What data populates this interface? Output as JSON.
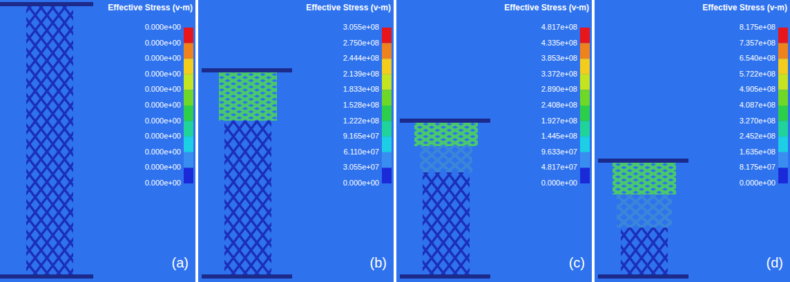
{
  "diagram": {
    "nodes": [
      {
        "text": [
          "Effective Stress (v-m)",
          "0.000e+00",
          "0.000e+00",
          "0.000e+00",
          "0.000e+00",
          "0.000e+00",
          "0.000e+00",
          "0.000e+00",
          "0.000e+00",
          "0.000e+00",
          "0.000e+00",
          "0.000e+00",
          "(a)"
        ]
      },
      {
        "text": [
          "Effective Stress (v-m)",
          "3.055e+08",
          "2.750e+08",
          "2.444e+08",
          "2.139e+08",
          "1.833e+08",
          "1.528e+08",
          "1.222e+08",
          "9.165e+07",
          "6.110e+07",
          "3.055e+07",
          "0.000e+00",
          "(b)"
        ]
      },
      {
        "text": [
          "Effective Stress (v-m)",
          "4.817e+08",
          "4.335e+08",
          "3.853e+08",
          "3.372e+08",
          "2.890e+08",
          "2.408e+08",
          "1.927e+08",
          "1.445e+08",
          "9.633e+07",
          "4.817e+07",
          "0.000e+00",
          "(c)"
        ]
      },
      {
        "text": [
          "Effective Stress (v-m)",
          "8.175e+08",
          "7.357e+08",
          "6.540e+08",
          "5.722e+08",
          "4.905e+08",
          "4.087e+08",
          "3.270e+08",
          "2.452e+08",
          "1.635e+08",
          "8.175e+07",
          "0.000e+00",
          "(d)"
        ]
      }
    ]
  }
}
